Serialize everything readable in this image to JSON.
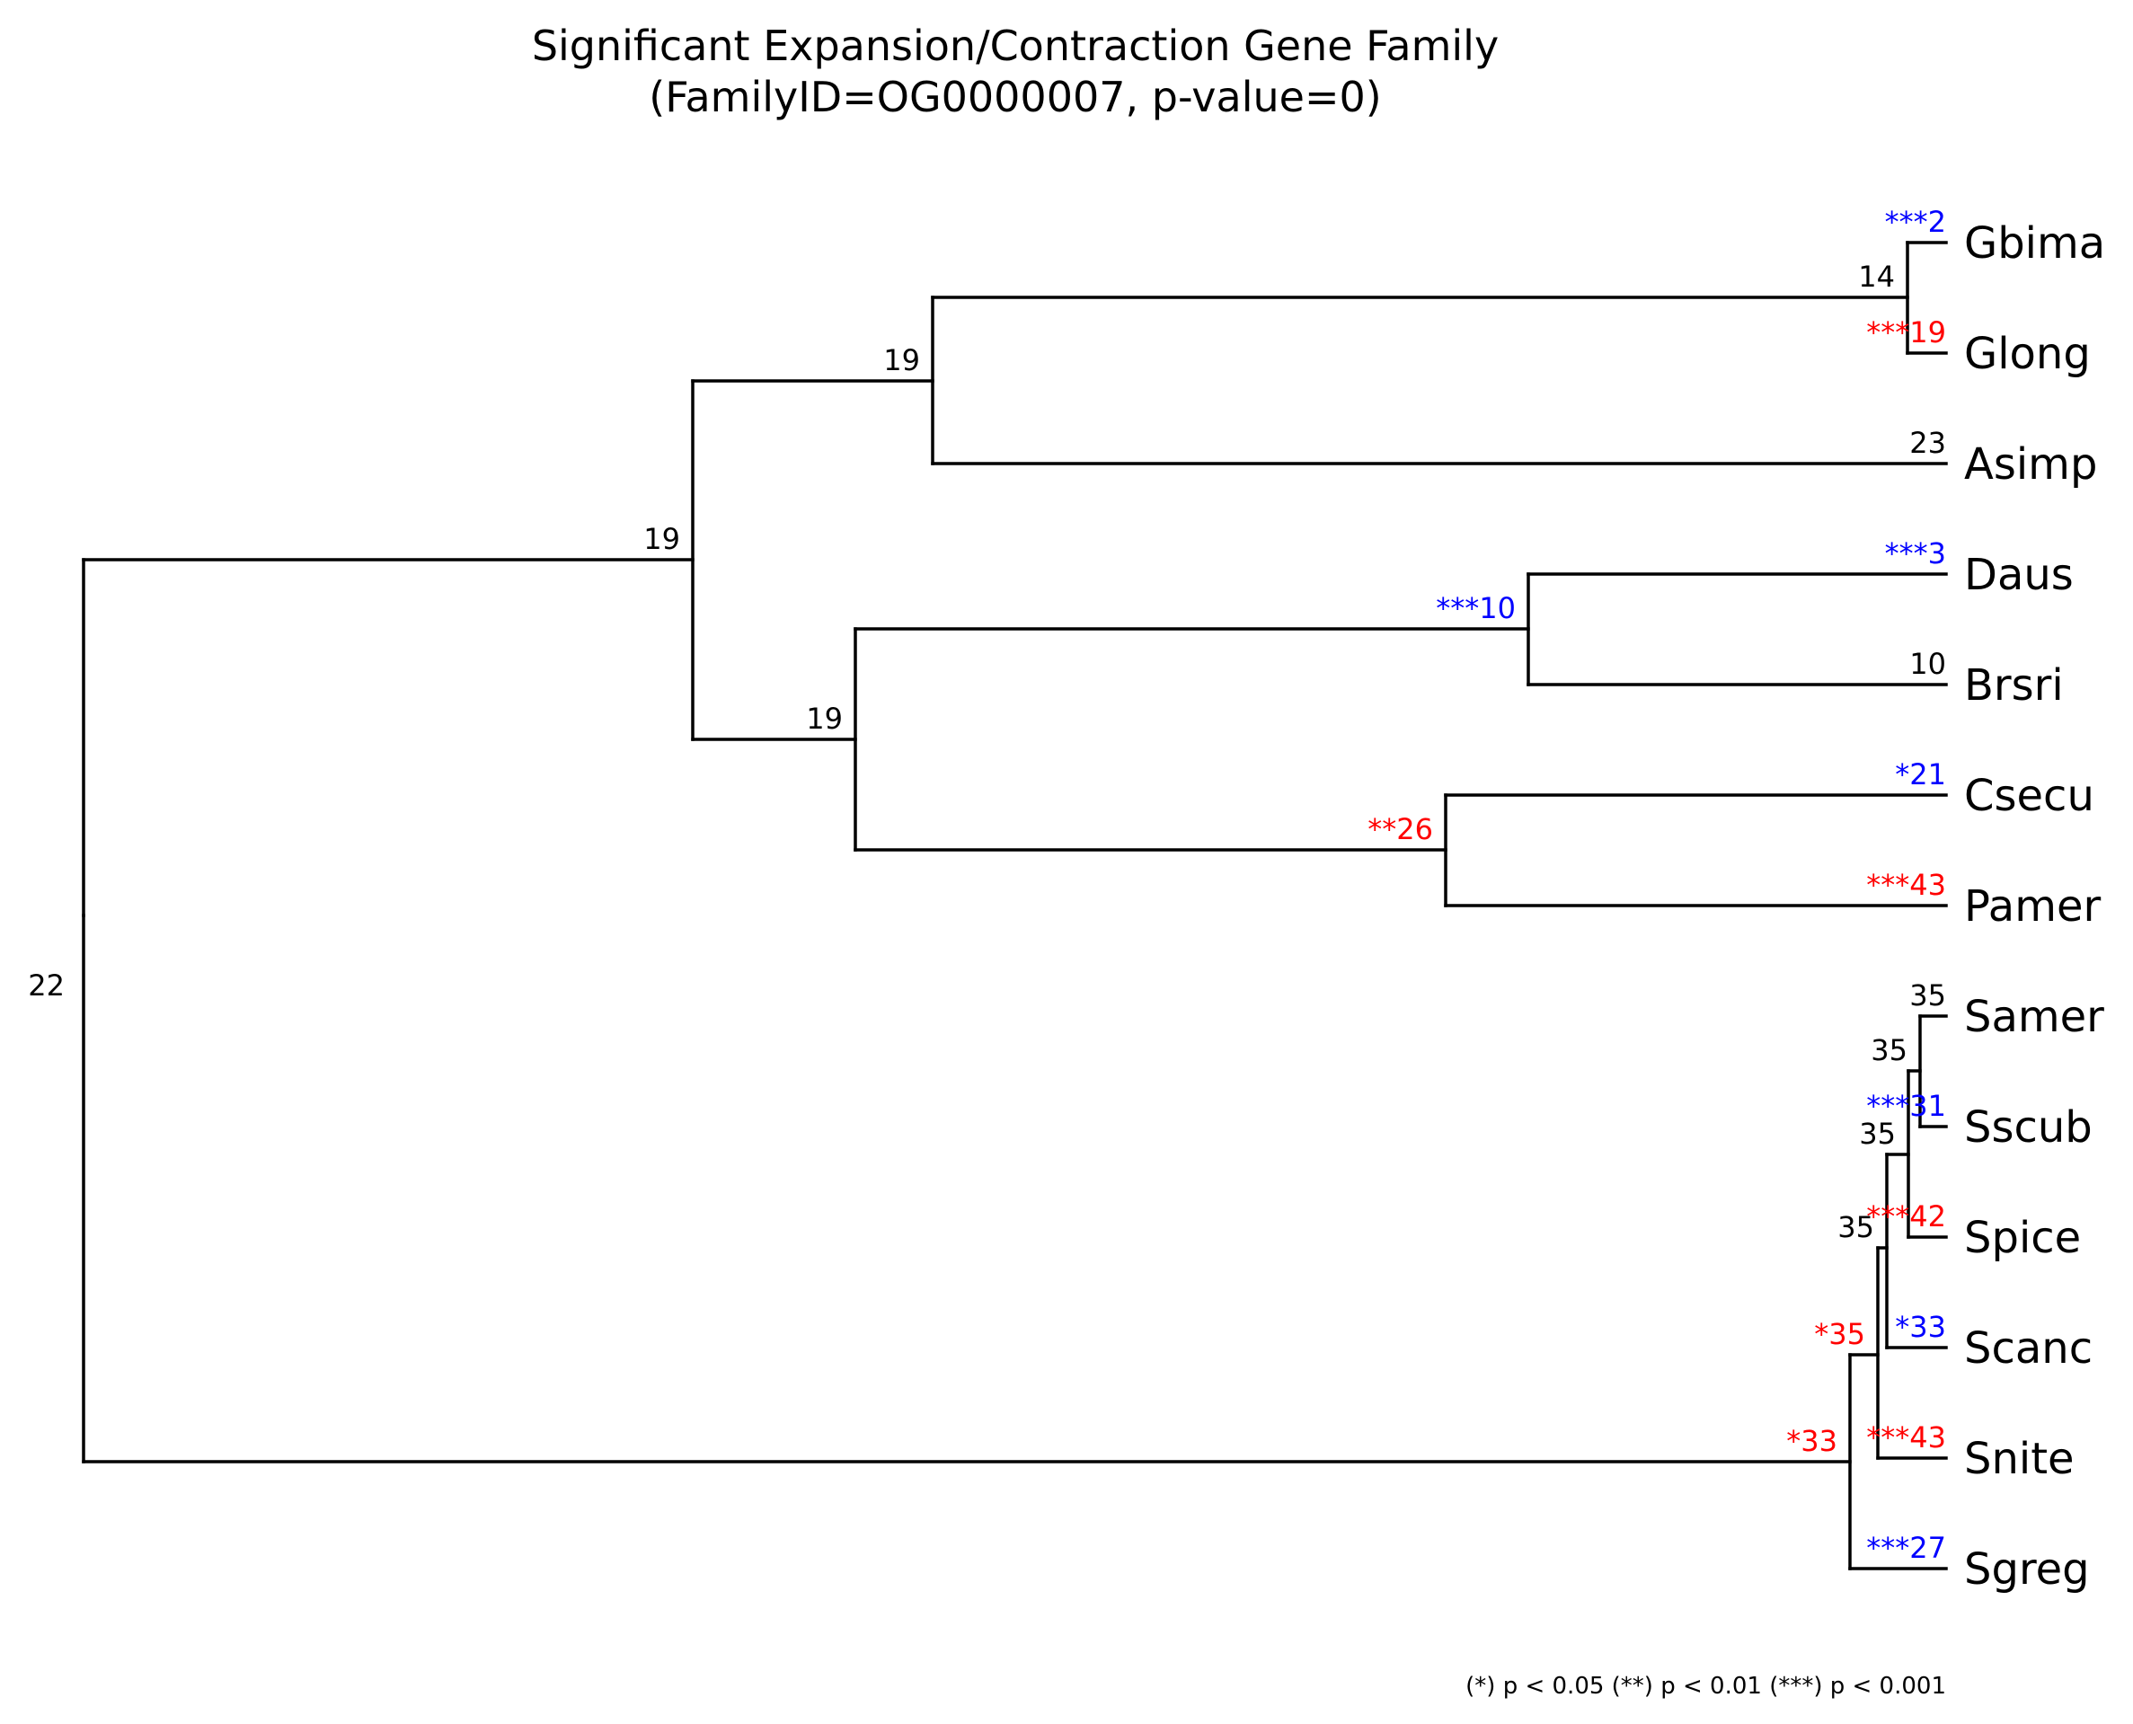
{
  "title": {
    "line1": "Significant Expansion/Contraction Gene Family",
    "line2": "(FamilyID=OG0000007, p-value=0)"
  },
  "legend": "(*) p < 0.05  (**) p < 0.01  (***) p < 0.001",
  "colors": {
    "neutral": "#000000",
    "expansion": "#ff0000",
    "contraction": "#0000ff"
  },
  "taxa": [
    {
      "name": "Gbima",
      "count": "***2",
      "status": "contraction"
    },
    {
      "name": "Glong",
      "count": "***19",
      "status": "expansion"
    },
    {
      "name": "Asimp",
      "count": "23",
      "status": "neutral"
    },
    {
      "name": "Daus",
      "count": "***3",
      "status": "contraction"
    },
    {
      "name": "Brsri",
      "count": "10",
      "status": "neutral"
    },
    {
      "name": "Csecu",
      "count": "*21",
      "status": "contraction"
    },
    {
      "name": "Pamer",
      "count": "***43",
      "status": "expansion"
    },
    {
      "name": "Samer",
      "count": "35",
      "status": "neutral"
    },
    {
      "name": "Sscub",
      "count": "***31",
      "status": "contraction"
    },
    {
      "name": "Spice",
      "count": "***42",
      "status": "expansion"
    },
    {
      "name": "Scanc",
      "count": "*33",
      "status": "contraction"
    },
    {
      "name": "Snite",
      "count": "***43",
      "status": "expansion"
    },
    {
      "name": "Sgreg",
      "count": "***27",
      "status": "contraction"
    }
  ],
  "internal_nodes": [
    {
      "id": "root",
      "count": "22",
      "status": "neutral"
    },
    {
      "id": "ingroup",
      "count": "19",
      "status": "neutral"
    },
    {
      "id": "clade-g-a",
      "count": "19",
      "status": "neutral"
    },
    {
      "id": "clade-gbima-glong",
      "count": "14",
      "status": "neutral"
    },
    {
      "id": "clade-d-b-c-p",
      "count": "19",
      "status": "neutral"
    },
    {
      "id": "clade-daus-brsri",
      "count": "***10",
      "status": "contraction"
    },
    {
      "id": "clade-csecu-pamer",
      "count": "**26",
      "status": "expansion"
    },
    {
      "id": "clade-s",
      "count": "*33",
      "status": "expansion"
    },
    {
      "id": "clade-s-no-sgreg",
      "count": "*35",
      "status": "expansion"
    },
    {
      "id": "clade-s-no-snite",
      "count": "35",
      "status": "neutral"
    },
    {
      "id": "clade-s-no-scanc",
      "count": "35",
      "status": "neutral"
    },
    {
      "id": "clade-samer-sscub",
      "count": "35",
      "status": "neutral"
    }
  ]
}
